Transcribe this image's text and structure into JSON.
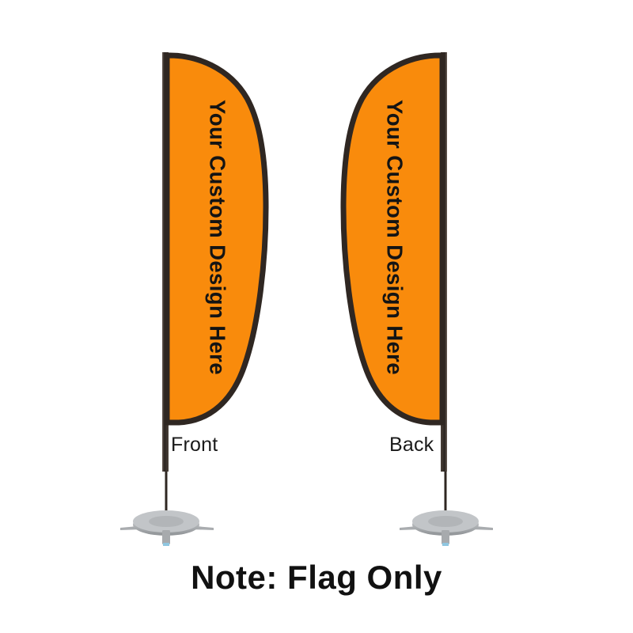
{
  "product": {
    "type": "feather-flag-mockup",
    "note": "Note: Flag Only"
  },
  "flags": [
    {
      "id": "front",
      "label": "Front",
      "design_text": "Your Custom Design Here",
      "orientation": "pole-left",
      "fabric_color": "#F98B0C",
      "edge_color": "#2F2722",
      "pole_color": "#2F2722",
      "base_color": "#AFB2B4"
    },
    {
      "id": "back",
      "label": "Back",
      "design_text": "Your Custom Design Here",
      "orientation": "pole-right",
      "fabric_color": "#F98B0C",
      "edge_color": "#2F2722",
      "pole_color": "#2F2722",
      "base_color": "#AFB2B4"
    }
  ],
  "colors": {
    "background": "#FFFFFF",
    "orange": "#F98B0C",
    "outline": "#2F2722",
    "label_text": "#1A1A1A",
    "note_text": "#111111",
    "base_gray": "#AFB2B4"
  }
}
